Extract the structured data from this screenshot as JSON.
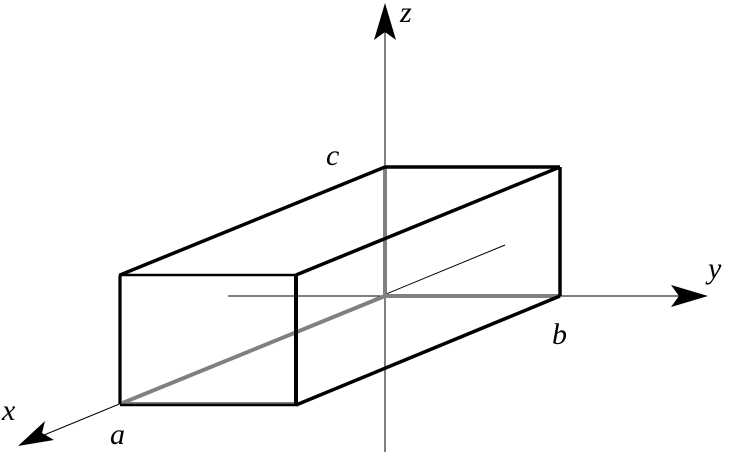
{
  "labels": {
    "x": "x",
    "y": "y",
    "z": "z",
    "a": "a",
    "b": "b",
    "c": "c"
  },
  "colors": {
    "visible_edge": "#000000",
    "hidden_edge": "#808080",
    "axis": "#000000"
  }
}
